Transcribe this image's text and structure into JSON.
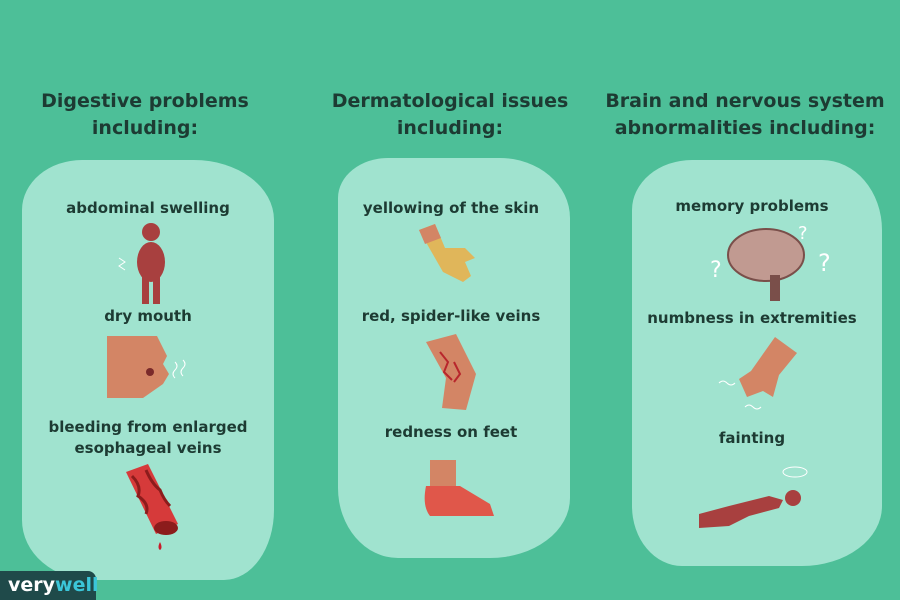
{
  "columns": [
    {
      "heading_line1": "Digestive problems",
      "heading_line2": "including:",
      "items": [
        "abdominal swelling",
        "dry mouth",
        "bleeding from enlarged esophageal veins"
      ]
    },
    {
      "heading_line1": "Dermatological issues",
      "heading_line2": "including:",
      "items": [
        "yellowing of the skin",
        "red, spider-like veins",
        "redness on feet"
      ]
    },
    {
      "heading_line1": "Brain and nervous system",
      "heading_line2": "abnormalities including:",
      "items": [
        "memory problems",
        "numbness in extremities",
        "fainting"
      ]
    }
  ],
  "logo": {
    "part1": "very",
    "part2": "well"
  },
  "colors": {
    "background": "#4dbf98",
    "panel": "#a0e3cf",
    "text": "#1d3b33"
  }
}
